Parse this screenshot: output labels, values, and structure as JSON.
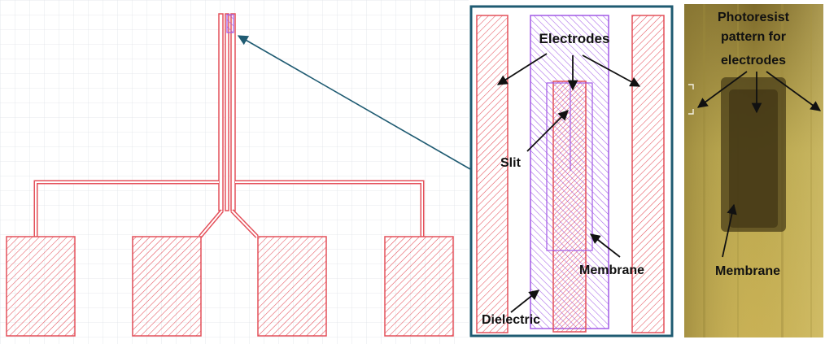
{
  "colors": {
    "metal": "#e4505a",
    "dielectric": "#a25ae6",
    "frame": "#1f5b72",
    "grid": "#d9dde2",
    "text": "#111111",
    "photo_bg": "#b7a24a",
    "photo_dark": "#3d3312"
  },
  "zoom": {
    "labels": {
      "electrodes": "Electrodes",
      "slit": "Slit",
      "membrane": "Membrane",
      "dielectric": "Dielectric"
    }
  },
  "photo": {
    "labels": {
      "title_line1": "Photoresist",
      "title_line2": "pattern for",
      "title_line3": "electrodes",
      "membrane": "Membrane"
    }
  }
}
